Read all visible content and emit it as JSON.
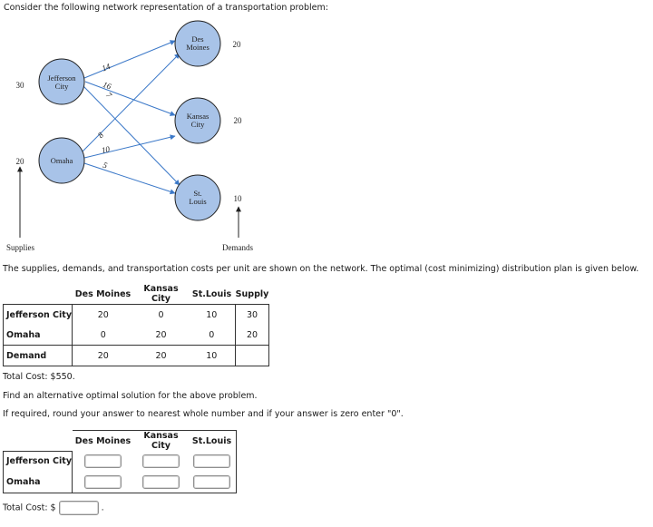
{
  "intro": "Consider the following network representation of a transportation problem:",
  "network": {
    "sources": [
      {
        "name_lines": [
          "Jefferson",
          "City"
        ],
        "supply": "30"
      },
      {
        "name_lines": [
          "Omaha"
        ],
        "supply": "20"
      }
    ],
    "destinations": [
      {
        "name_lines": [
          "Des",
          "Moines"
        ],
        "demand": "20"
      },
      {
        "name_lines": [
          "Kansas",
          "City"
        ],
        "demand": "20"
      },
      {
        "name_lines": [
          "St.",
          "Louis"
        ],
        "demand": "10"
      }
    ],
    "costs": {
      "jc_dm": "14",
      "jc_kc": "16",
      "jc_sl": "7",
      "om_dm": "8",
      "om_kc": "10",
      "om_sl": "5"
    },
    "supplies_label": "Supplies",
    "demands_label": "Demands"
  },
  "description": "The supplies, demands, and transportation costs per unit are shown on the network. The optimal (cost minimizing) distribution plan is given below.",
  "plan_table": {
    "headers": [
      "Des Moines",
      "Kansas City",
      "St.Louis",
      "Supply"
    ],
    "rows": [
      {
        "label": "Jefferson City",
        "values": [
          "20",
          "0",
          "10"
        ],
        "supply": "30"
      },
      {
        "label": "Omaha",
        "values": [
          "0",
          "20",
          "0"
        ],
        "supply": "20"
      }
    ],
    "demand": {
      "label": "Demand",
      "values": [
        "20",
        "20",
        "10"
      ]
    }
  },
  "total_cost": "Total Cost: $550.",
  "task": "Find an alternative optimal solution for the above problem.",
  "instruction": "If required, round your answer to nearest whole number and if your answer is zero enter \"0\".",
  "answer_table": {
    "headers": [
      "Des Moines",
      "Kansas City",
      "St.Louis"
    ],
    "rows": [
      "Jefferson City",
      "Omaha"
    ]
  },
  "total_cost_prefix": "Total Cost: $",
  "total_cost_suffix": ".",
  "colors": {
    "node_fill": "#a8c3e8",
    "node_stroke": "#202020",
    "arrow": "#3b78c8"
  }
}
